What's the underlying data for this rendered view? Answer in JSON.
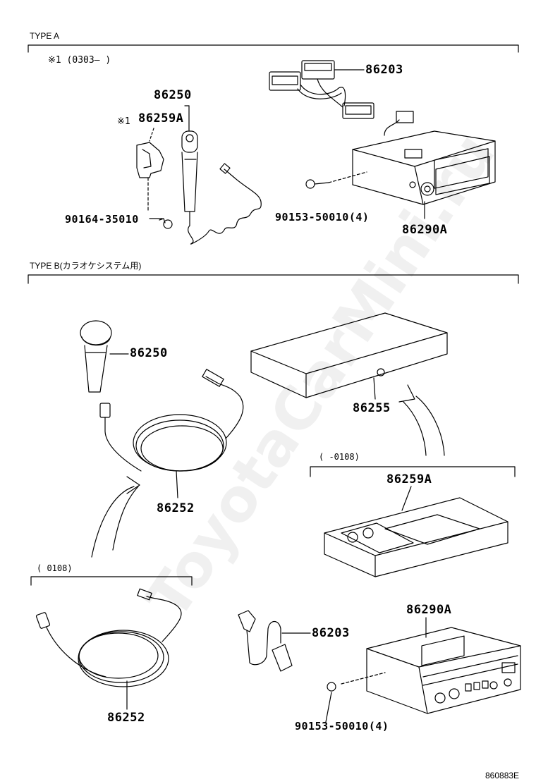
{
  "sections": {
    "type_a": "TYPE A",
    "type_b": "TYPE B(カラオケシステム用)"
  },
  "notes": {
    "type_a_note": "※1 (0303—        )",
    "star1": "※1",
    "range_cart": "(        -0108)",
    "range_cord": "(        0108)"
  },
  "parts": {
    "a_86203": "86203",
    "a_86250": "86250",
    "a_86259A": "86259A",
    "a_90164": "90164-35010",
    "a_90153": "90153-50010(4)",
    "a_86290A": "86290A",
    "b_86250": "86250",
    "b_86255": "86255",
    "b_86252_upper": "86252",
    "b_86259A": "86259A",
    "b_86203": "86203",
    "b_86290A": "86290A",
    "b_86252_lower": "86252",
    "b_90153": "90153-50010(4)"
  },
  "drawing_number": "860883E",
  "watermark": "ToyotaCarMini.ru"
}
